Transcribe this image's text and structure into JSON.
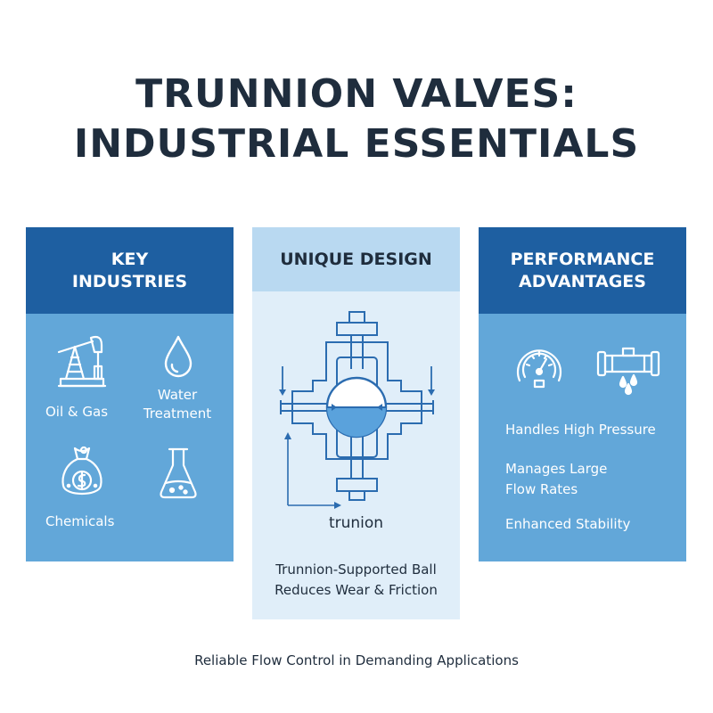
{
  "title": {
    "line1": "TRUNNION VALVES:",
    "line2": "INDUSTRIAL ESSENTIALS"
  },
  "panels": {
    "industries": {
      "header_line1": "KEY",
      "header_line2": "INDUSTRIES",
      "items": {
        "oil_gas": "Oil & Gas",
        "water_line1": "Water",
        "water_line2": "Treatment",
        "chemicals": "Chemicals"
      },
      "icons": [
        "oil-pumpjack-icon",
        "water-drop-icon",
        "chemicals-bag-icon",
        "flask-icon"
      ]
    },
    "design": {
      "header": "UNIQUE DESIGN",
      "diagram_label": "trunion",
      "caption_line1": "Trunnion-Supported Ball",
      "caption_line2": "Reduces Wear & Friction"
    },
    "performance": {
      "header_line1": "PERFORMANCE",
      "header_line2": "ADVANTAGES",
      "items": {
        "pressure": "Handles High Pressure",
        "flow_line1": "Manages Large",
        "flow_line2": "Flow Rates",
        "stability": "Enhanced Stability"
      },
      "icons": [
        "pressure-gauge-icon",
        "leaking-pipe-icon"
      ]
    }
  },
  "footer": "Reliable Flow Control in Demanding Applications",
  "colors": {
    "dark_blue": "#1e5fa1",
    "mid_blue": "#62a7d9",
    "light_blue": "#b9d9f1",
    "pale_blue": "#e0eef9",
    "text_dark": "#1f2d3d",
    "diagram_line": "#2b6cb0"
  }
}
